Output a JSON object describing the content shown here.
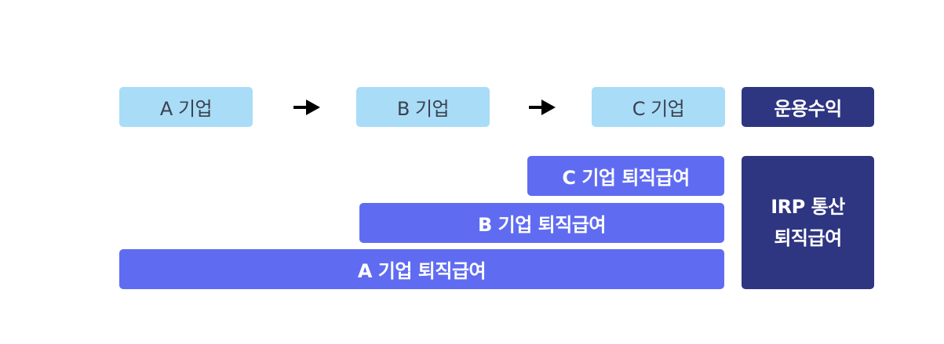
{
  "companies": [
    {
      "label": "A 기업"
    },
    {
      "label": "B 기업"
    },
    {
      "label": "C 기업"
    }
  ],
  "returns_label": "운용수익",
  "retirement_bars": [
    {
      "label": "C 기업 퇴직급여"
    },
    {
      "label": "B 기업 퇴직급여"
    },
    {
      "label": "A 기업 퇴직급여"
    }
  ],
  "irp": {
    "line1": "IRP 통산",
    "line2": "퇴직급여"
  },
  "colors": {
    "company_fill": "#a9dcf6",
    "company_text": "#3b4150",
    "retirement_fill": "#5f6cf1",
    "navy_fill": "#2e3581",
    "arrow": "#000000"
  }
}
